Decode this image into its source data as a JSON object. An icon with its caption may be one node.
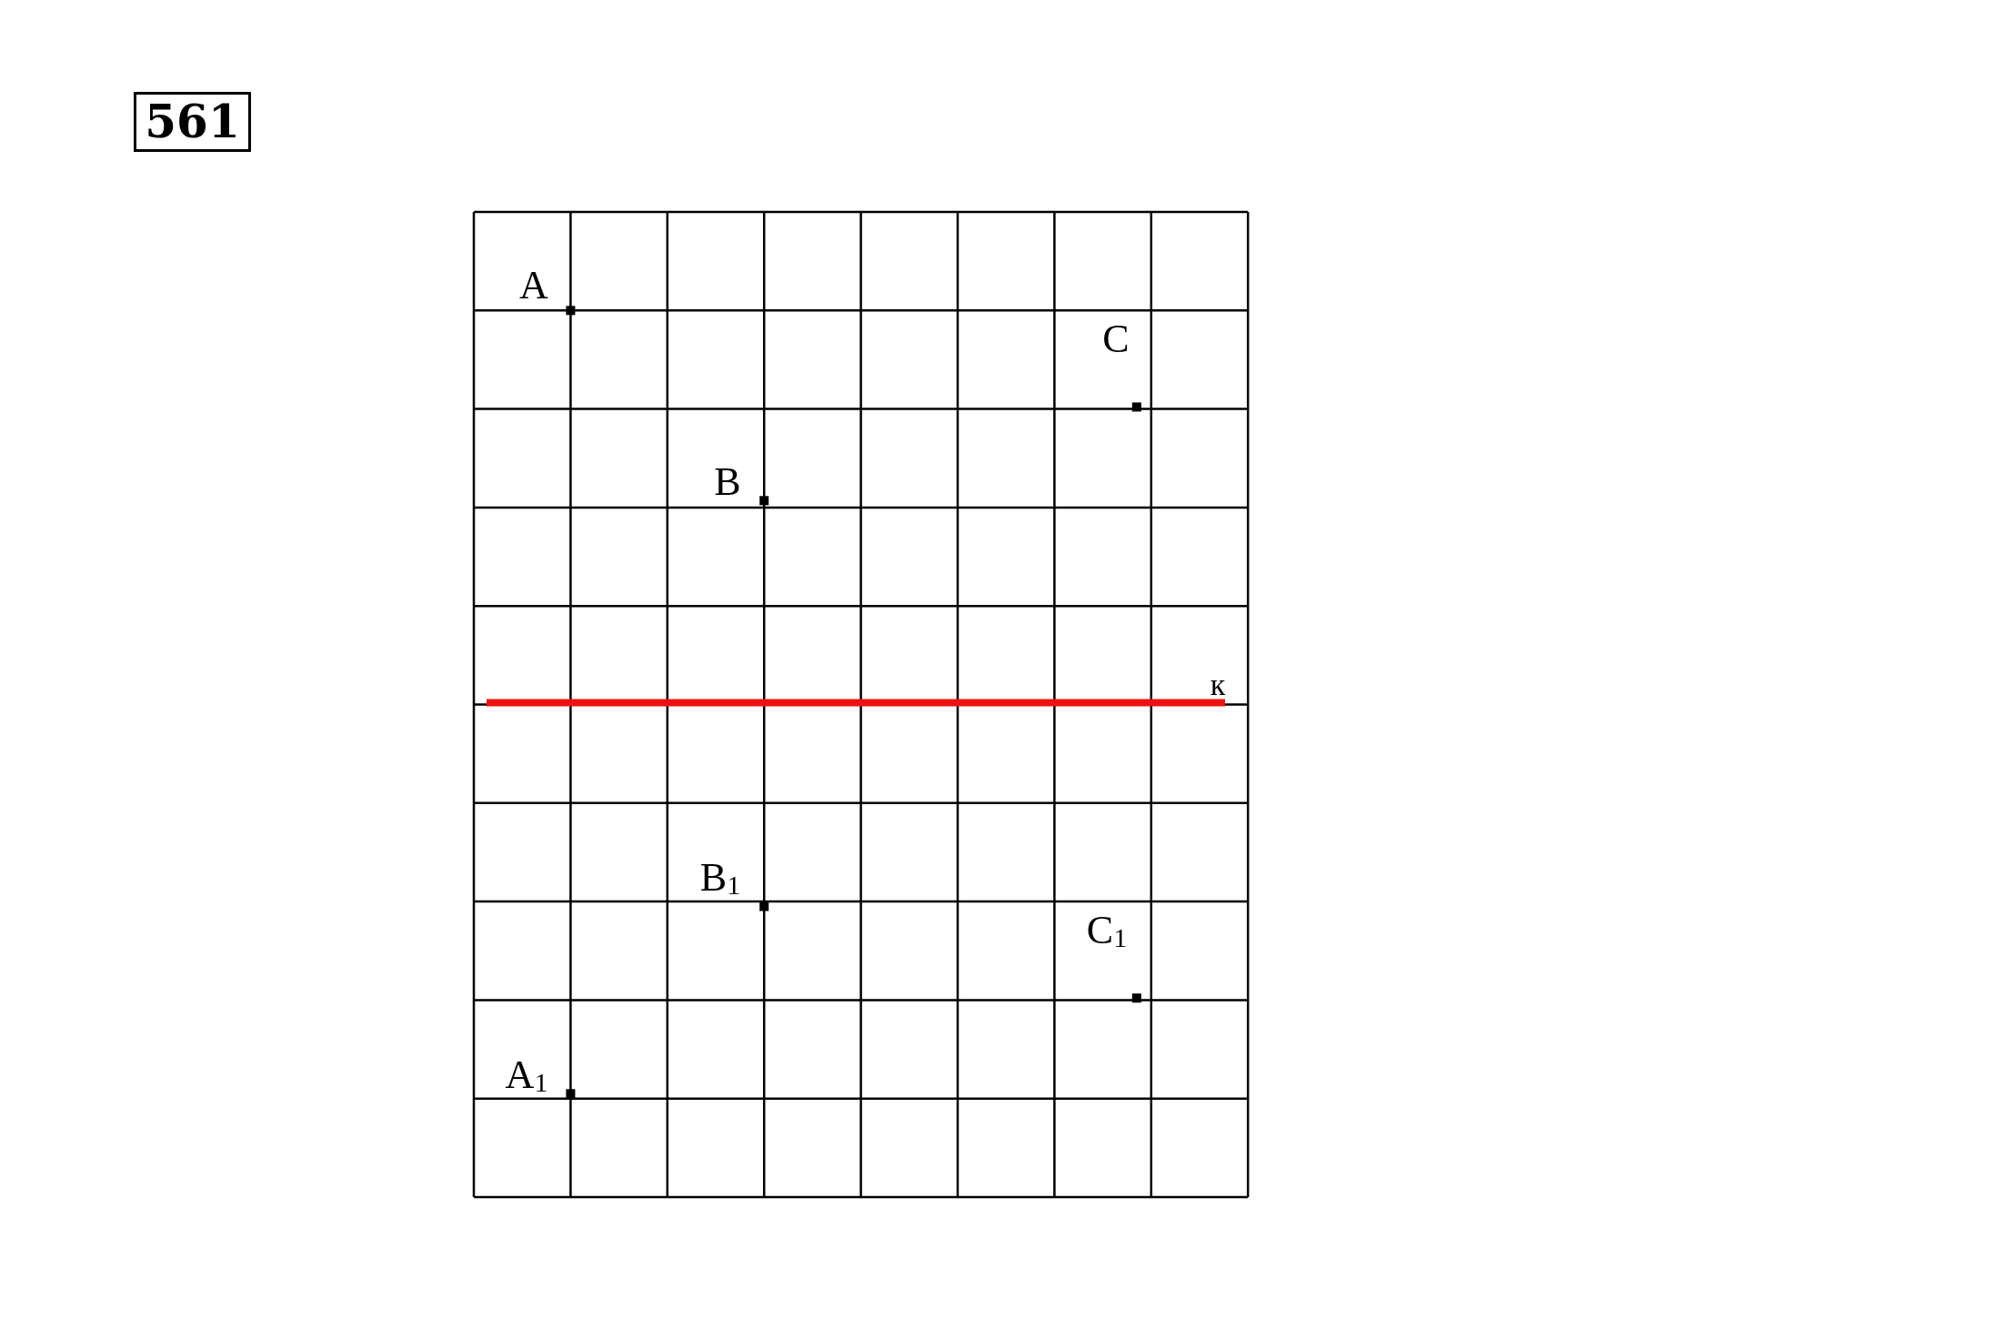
{
  "diagram": {
    "title": "561",
    "labels": [
      "A",
      "C",
      "B",
      "к",
      "B$_{1}$",
      "C$_{1}$",
      "A$_{1}$"
    ]
  }
}
